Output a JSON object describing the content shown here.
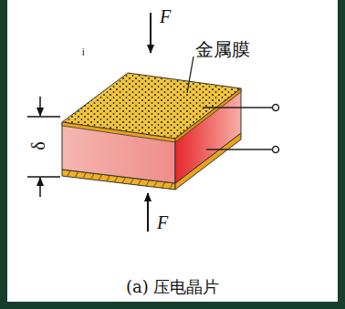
{
  "diagram": {
    "caption": "(a) 压电晶片",
    "labels": [
      "F",
      "金属膜",
      "i",
      "δ",
      "F"
    ]
  }
}
